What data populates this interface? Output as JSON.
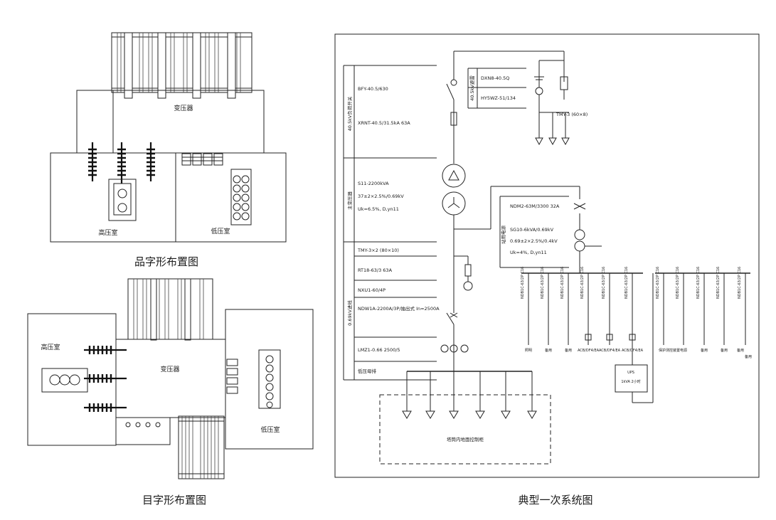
{
  "pin_layout": {
    "caption": "品字形布置图",
    "transformer": "变压器",
    "hv_room": "高压室",
    "lv_room": "低压室"
  },
  "mu_layout": {
    "caption": "目字形布置图",
    "transformer": "变压器",
    "hv_room": "高压室",
    "lv_room": "低压室"
  },
  "sld": {
    "caption": "典型一次系统图",
    "section_hv": "40.5kV负荷开关",
    "section_tr": "主变压器",
    "section_lv": "0.69kV进线",
    "spec_1": "BFY-40.5/630",
    "spec_2": "XRNT-40.5/31.5kA 63A",
    "spec_3": "S11-2200kVA",
    "spec_4": "37±2×2.5%/0.69kV",
    "spec_5": "Uk=6.5%, D,yn11",
    "spec_6": "TMY-3×2 (80×10)",
    "spec_7": "RT18-63/3 63A",
    "spec_8": "NXU1-60/4P",
    "spec_9": "NDW1A-2200A/3P/抽出式 In=2500A",
    "spec_10": "LMZ1-0.66 2500/5",
    "spec_11": "低压母排",
    "arr_label": "40.5kV避雷",
    "arr_1": "DXN8-40.5Q",
    "arr_2": "HY5WZ-51/134",
    "arr_3": "TMY-3 (60×8)",
    "aux_label": "站用电源",
    "aux_1": "NDM2-63M/3300 32A",
    "aux_2": "SG10-6kVA/0.69kV",
    "aux_3": "0.69±2×2.5%/0.4kV",
    "aux_4": "Uk=4%, D,yn11",
    "mcb_left": [
      "NDB1C-63/2P C16",
      "NDB1C-63/2P C16",
      "NDB1C-63/2P C16",
      "NDB1C-63/2P C16",
      "NDB1C-63/2P C16",
      "NDB1C-63/2P C16"
    ],
    "mcb_right": [
      "NDB1C-63/2P C16",
      "NDB1C-63/2P C16",
      "NDB1C-63/2P C16",
      "NDB1C-63/2P C16",
      "NDB1C-63/2P C16"
    ],
    "load_left": [
      "照明",
      "备用",
      "备用",
      "ACB/DF4/EA",
      "ACB/DF4/EA",
      "ACB/DF4/EA"
    ],
    "load_right": [
      "保护测控装置电源",
      "备用",
      "备用",
      "备用",
      "备用"
    ],
    "ups": "UPS",
    "ups_sub": "1kVA 2小时",
    "tower_cabinet": "塔筒内地面控制柜"
  }
}
